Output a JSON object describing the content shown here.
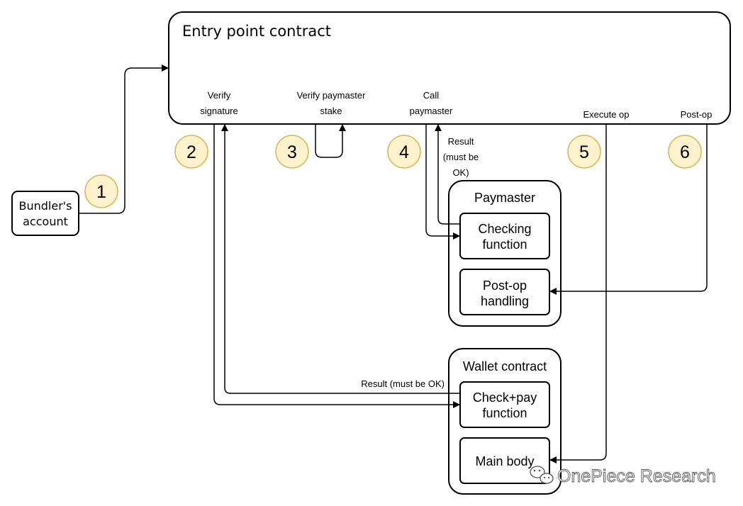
{
  "entry_point": {
    "title": "Entry point contract"
  },
  "bundler": {
    "line1": "Bundler's",
    "line2": "account"
  },
  "steps": {
    "verify_signature": {
      "line1": "Verify",
      "line2": "signature"
    },
    "verify_paymaster_stake": {
      "line1": "Verify paymaster",
      "line2": "stake"
    },
    "call_paymaster": {
      "line1": "Call",
      "line2": "paymaster"
    },
    "execute_op": "Execute op",
    "post_op": "Post-op"
  },
  "badges": [
    "1",
    "2",
    "3",
    "4",
    "5",
    "6"
  ],
  "paymaster_result": {
    "line1": "Result",
    "line2": "(must be",
    "line3": "OK)"
  },
  "wallet_result": "Result (must be OK)",
  "paymaster": {
    "title": "Paymaster",
    "checking": {
      "line1": "Checking",
      "line2": "function"
    },
    "postop": {
      "line1": "Post-op",
      "line2": "handling"
    }
  },
  "wallet": {
    "title": "Wallet contract",
    "checkpay": {
      "line1": "Check+pay",
      "line2": "function"
    },
    "mainbody": "Main body"
  },
  "watermark": "OnePiece Research",
  "colors": {
    "badge_fill": "#fff2cc",
    "badge_stroke": "#d6b656"
  }
}
